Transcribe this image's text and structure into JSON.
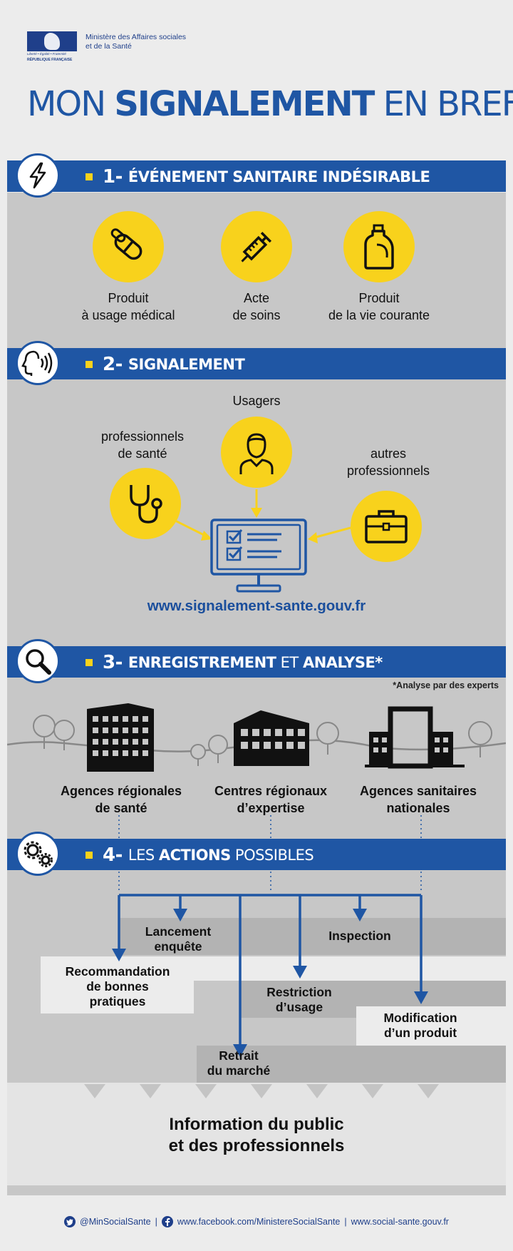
{
  "header": {
    "logo_motto": "Liberté • Égalité • Fraternité",
    "logo_republic": "RÉPUBLIQUE FRANÇAISE",
    "ministry_line1": "Ministère des Affaires sociales",
    "ministry_line2": "et de la Santé"
  },
  "title": {
    "part1": "MON ",
    "part2": "SIGNALEMENT",
    "part3": " EN BREF"
  },
  "section1": {
    "num": "1-",
    "label": "ÉVÉNEMENT SANITAIRE INDÉSIRABLE",
    "icon": "lightning-icon",
    "items": [
      {
        "icon": "pills-icon",
        "line1": "Produit",
        "line2": "à usage médical"
      },
      {
        "icon": "syringe-icon",
        "line1": "Acte",
        "line2": "de soins"
      },
      {
        "icon": "bottle-icon",
        "line1": "Produit",
        "line2": "de la vie courante"
      }
    ]
  },
  "section2": {
    "num": "2-",
    "label": "SIGNALEMENT",
    "icon": "speaking-head-icon",
    "users": "Usagers",
    "pros_line1": "professionnels",
    "pros_line2": "de santé",
    "others_line1": "autres",
    "others_line2": "professionnels",
    "url": "www.signalement-sante.gouv.fr"
  },
  "section3": {
    "num": "3-",
    "label_bold1": "ENREGISTREMENT",
    "label_light": " ET ",
    "label_bold2": "ANALYSE*",
    "icon": "magnifier-icon",
    "note": "*Analyse par des experts",
    "agencies": [
      {
        "line1": "Agences régionales",
        "line2": "de santé"
      },
      {
        "line1": "Centres régionaux",
        "line2": "d’expertise"
      },
      {
        "line1": "Agences sanitaires",
        "line2": "nationales"
      }
    ]
  },
  "section4": {
    "num": "4-",
    "label_light1": "LES ",
    "label_bold": "ACTIONS",
    "label_light2": " POSSIBLES",
    "icon": "gears-icon",
    "actions": {
      "lancement_1": "Lancement",
      "lancement_2": "enquête",
      "inspection": "Inspection",
      "recommandation_1": "Recommandation",
      "recommandation_2": "de bonnes",
      "recommandation_3": "pratiques",
      "restriction_1": "Restriction",
      "restriction_2": "d’usage",
      "modification_1": "Modification",
      "modification_2": "d’un produit",
      "retrait_1": "Retrait",
      "retrait_2": "du marché"
    }
  },
  "information": {
    "line1": "Information du public",
    "line2": "et des professionnels"
  },
  "footer": {
    "twitter": "@MinSocialSante",
    "facebook": "www.facebook.com/MinistereSocialSante",
    "website": "www.social-sante.gouv.fr",
    "separator": "|"
  },
  "colors": {
    "blue": "#1f56a4",
    "yellow": "#f8d21c",
    "panel_gray": "#c7c7c7",
    "background": "#ececec"
  }
}
